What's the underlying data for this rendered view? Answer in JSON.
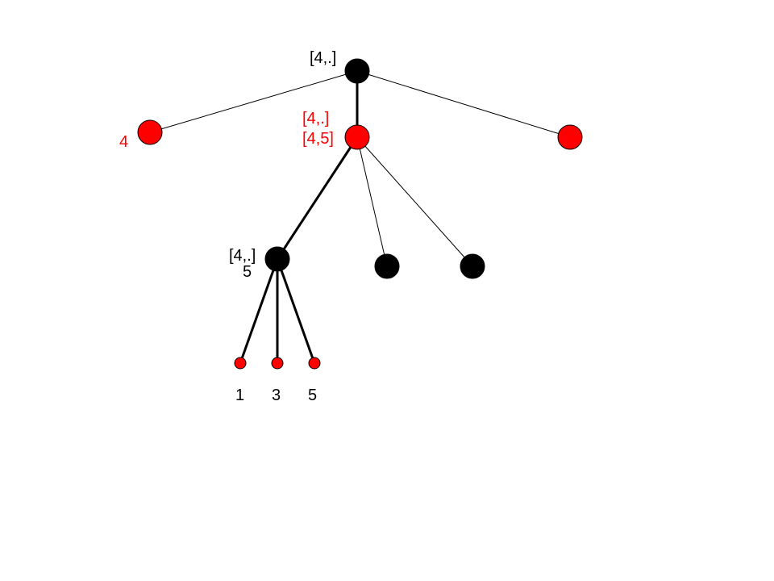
{
  "colors": {
    "black_node": "#000000",
    "red_node": "#ff0000",
    "red_text": "#ff0000",
    "black_text": "#000000"
  },
  "labels": {
    "root": "[4,.]",
    "mid_line1": "[4,.]",
    "mid_line2": "[4,5]",
    "left": "4",
    "inner_line1": "[4,.]",
    "inner_line2": "5",
    "leaf1": "1",
    "leaf3": "3",
    "leaf5": "5"
  }
}
